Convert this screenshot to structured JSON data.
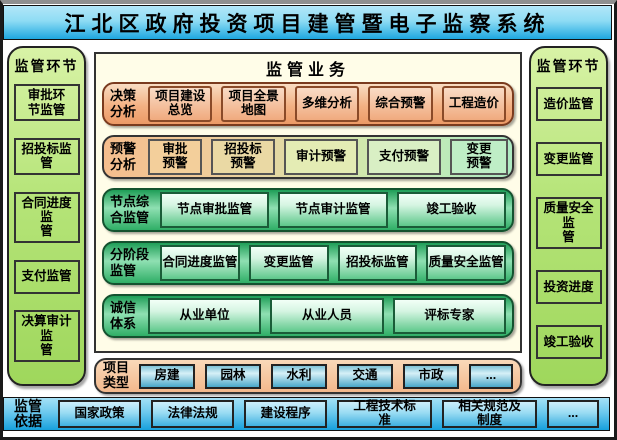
{
  "title": "江北区政府投资项目建管暨电子监察系统",
  "left_panel": {
    "header": "监管环节",
    "items": [
      "审批环\n节监管",
      "招投标监管",
      "合同进度监\n管",
      "支付监管",
      "决算审计监\n管"
    ]
  },
  "right_panel": {
    "header": "监管环节",
    "items": [
      "造价监管",
      "变更监管",
      "质量安全监\n管",
      "投资进度",
      "竣工验收"
    ]
  },
  "center": {
    "header": "监管业务",
    "rows": [
      {
        "label": "决策\n分析",
        "items": [
          "项目建设\n总览",
          "项目全景\n地图",
          "多维分析",
          "综合预警",
          "工程造价"
        ]
      },
      {
        "label": "预警\n分析",
        "items": [
          "审批\n预警",
          "招投标\n预警",
          "审计预警",
          "支付预警",
          "变更\n预警"
        ]
      },
      {
        "label": "节点综\n合监管",
        "items": [
          "节点审批监管",
          "节点审计监管",
          "竣工验收"
        ]
      },
      {
        "label": "分阶段\n监管",
        "items": [
          "合同进度监管",
          "变更监管",
          "招投标监管",
          "质量安全监管"
        ]
      },
      {
        "label": "诚信\n体系",
        "items": [
          "从业单位",
          "从业人员",
          "评标专家"
        ]
      }
    ]
  },
  "project_types": {
    "label": "项目\n类型",
    "items": [
      "房建",
      "园林",
      "水利",
      "交通",
      "市政",
      "..."
    ]
  },
  "bottom_bar": {
    "label": "监管\n依据",
    "items": [
      "国家政策",
      "法律法规",
      "建设程序",
      "工程技术标\n准",
      "相关规范及\n制度",
      "..."
    ]
  },
  "colors": {
    "title_bar_top": "#aee5f7",
    "title_bar_bottom": "#1ea7e0",
    "side_panel_green": "#b5e478",
    "center_panel_bg": "#fffde8",
    "decision_row_salmon": "#f3b183",
    "warning_row_left_orange": "#f5bd8d",
    "warning_row_right_green": "#aeeac2",
    "green_row_dark": "#1f9e57",
    "green_row_light": "#8fe0b2",
    "project_row_salmon": "#f2b88c",
    "blue_box": "#49a8c9",
    "bottom_bar_blue": "#17a0dc",
    "border_dark": "#222222"
  }
}
